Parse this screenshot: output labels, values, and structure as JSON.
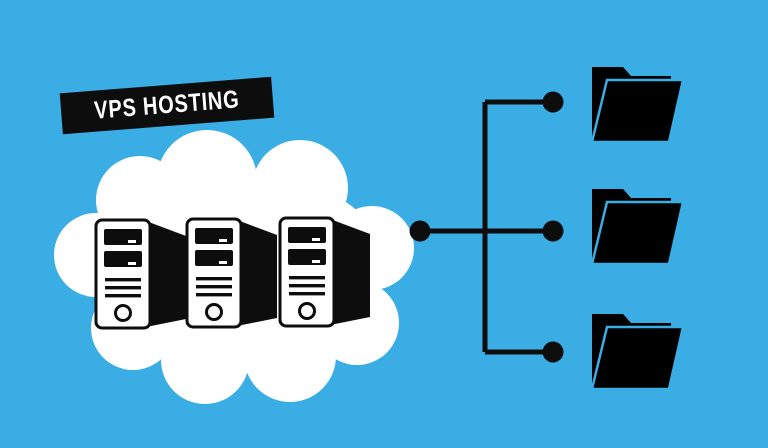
{
  "banner": {
    "label": "VPS HOSTING"
  },
  "colors": {
    "bg": "#3aade4",
    "ink": "#0d0d0d",
    "paper": "#ffffff"
  },
  "diagram": {
    "type": "illustration",
    "cloud": {
      "icon": "cloud-icon",
      "server_icon": "server-tower-icon",
      "server_count": 3
    },
    "connector": {
      "icon": "tree-connector-line",
      "dot_icon": "connection-dot",
      "dot_count": 4,
      "branch_count": 3
    },
    "folders": [
      {
        "icon": "folder-open-icon",
        "variant": "black"
      },
      {
        "icon": "folder-open-icon",
        "variant": "white"
      },
      {
        "icon": "folder-open-icon",
        "variant": "black"
      }
    ]
  }
}
